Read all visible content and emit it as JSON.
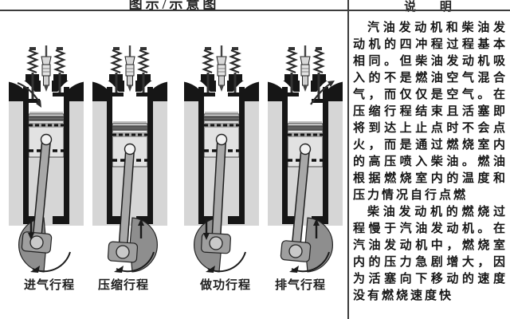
{
  "header": {
    "left_title": "图示/示意图",
    "right_title": "说 明"
  },
  "strokes": [
    {
      "label": "进气行程",
      "name": "intake-stroke",
      "valve_open": "intake",
      "piston_motion": "down",
      "gas_arrow": "intake",
      "crank_rotation": "counterclockwise"
    },
    {
      "label": "压缩行程",
      "name": "compression-stroke",
      "valve_open": "none",
      "piston_motion": "up",
      "gas_arrow": "none",
      "crank_rotation": "counterclockwise"
    },
    {
      "label": "做功行程",
      "name": "power-stroke",
      "valve_open": "none",
      "piston_motion": "down",
      "gas_arrow": "none",
      "crank_rotation": "counterclockwise"
    },
    {
      "label": "排气行程",
      "name": "exhaust-stroke",
      "valve_open": "exhaust",
      "piston_motion": "up",
      "gas_arrow": "exhaust",
      "crank_rotation": "counterclockwise"
    }
  ],
  "explanation": {
    "paragraphs": [
      "汽油发动机和柴油发动机的四冲程过程基本相同。但柴油发动机吸入的不是燃油空气混合气，而仅仅是空气。在压缩行程结束且活塞即将到达上止点时不会点火，而是通过燃烧室内的高压喷入柴油。燃油根据燃烧室内的温度和压力情况自行点燃",
      "柴油发动机的燃烧过程慢于汽油发动机。在汽油发动机中，燃烧室内的压力急剧增大，因为活塞向下移动的速度没有燃烧速度快"
    ]
  },
  "colors": {
    "line": "#3c3c3c",
    "ink": "#161616",
    "block_gray": "#d6d6d6",
    "piston_gray": "#e2e2e2",
    "ring_dark": "#6e6e6e",
    "ring_mid": "#a3a3a3",
    "crank_gray": "#8e8e8e",
    "rod_gray": "#a8a8a8",
    "bigend_gray": "#9f9f9f",
    "pin_gray": "#c9c9c9"
  }
}
